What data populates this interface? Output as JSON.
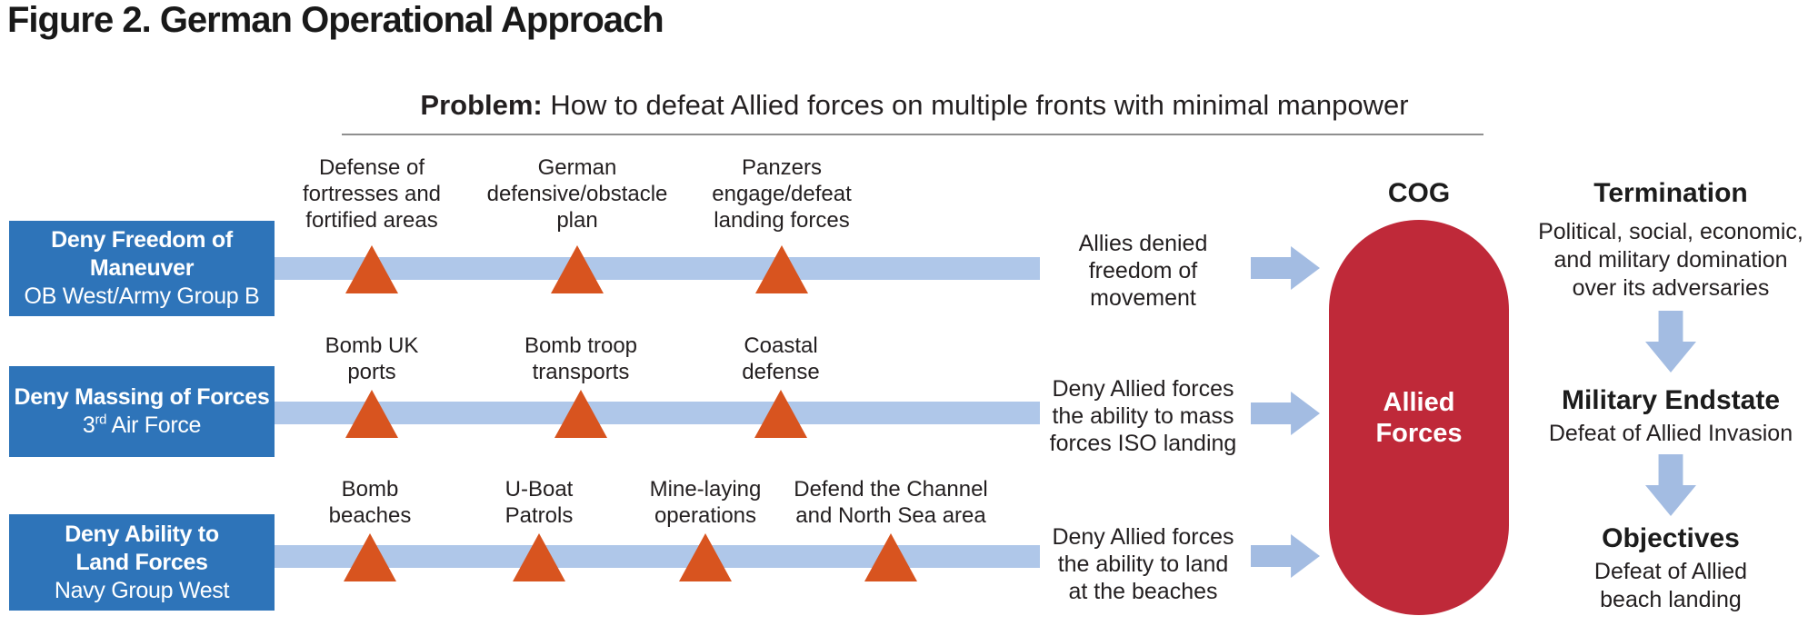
{
  "title": "Figure 2. German Operational Approach",
  "problem": {
    "label": "Problem:",
    "text": " How to defeat Allied forces on multiple fronts with minimal manpower"
  },
  "colors": {
    "loe_box_blue": "#2e74b9",
    "bar_blue": "#afc7e9",
    "arrow_blue": "#a3bce2",
    "milestone_orange": "#d8541f",
    "cog_red": "#bf2939",
    "text": "#231f20"
  },
  "icons": {
    "milestone": "triangle-up-icon",
    "flow": "block-arrow-right-icon",
    "sequence": "block-arrow-down-icon"
  },
  "rows": [
    {
      "box": {
        "title": "Deny Freedom of\nManeuver",
        "org_prefix": "OB West/Army Group B",
        "org_sup": "",
        "org_suffix": ""
      },
      "steps": [
        {
          "label": "Defense of\nfortresses and\nfortified areas"
        },
        {
          "label": "German\ndefensive/obstacle\nplan"
        },
        {
          "label": "Panzers\nengage/defeat\nlanding forces"
        }
      ],
      "outcome": "Allies denied\nfreedom of\nmovement"
    },
    {
      "box": {
        "title": "Deny Massing of Forces",
        "org_prefix": "3",
        "org_sup": "rd",
        "org_suffix": " Air Force"
      },
      "steps": [
        {
          "label": "Bomb UK\nports"
        },
        {
          "label": "Bomb troop\ntransports"
        },
        {
          "label": "Coastal\ndefense"
        }
      ],
      "outcome": "Deny Allied forces\nthe ability to mass\nforces ISO landing"
    },
    {
      "box": {
        "title": "Deny Ability to\nLand Forces",
        "org_prefix": "Navy Group West",
        "org_sup": "",
        "org_suffix": ""
      },
      "steps": [
        {
          "label": "Bomb\nbeaches"
        },
        {
          "label": "U-Boat\nPatrols"
        },
        {
          "label": "Mine-laying\noperations"
        },
        {
          "label": "Defend the Channel\nand North Sea area"
        }
      ],
      "outcome": "Deny Allied forces\nthe ability to land\nat the beaches"
    }
  ],
  "cog": {
    "label": "COG",
    "body": "Allied\nForces"
  },
  "termination": {
    "title": "Termination",
    "body": "Political, social, economic,\nand military domination\nover its adversaries"
  },
  "endstate": {
    "title": "Military Endstate",
    "body": "Defeat of Allied Invasion"
  },
  "objectives": {
    "title": "Objectives",
    "body": "Defeat of Allied\nbeach landing"
  }
}
